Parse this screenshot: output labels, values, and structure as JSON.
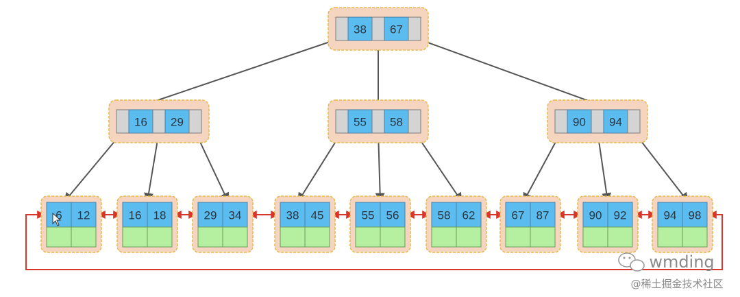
{
  "tree": {
    "root": {
      "keys": [
        "38",
        "67"
      ]
    },
    "internal": [
      {
        "keys": [
          "16",
          "29"
        ]
      },
      {
        "keys": [
          "55",
          "58"
        ]
      },
      {
        "keys": [
          "90",
          "94"
        ]
      }
    ],
    "leaves": [
      {
        "keys": [
          "6",
          "12"
        ]
      },
      {
        "keys": [
          "16",
          "18"
        ]
      },
      {
        "keys": [
          "29",
          "34"
        ]
      },
      {
        "keys": [
          "38",
          "45"
        ]
      },
      {
        "keys": [
          "55",
          "56"
        ]
      },
      {
        "keys": [
          "58",
          "62"
        ]
      },
      {
        "keys": [
          "67",
          "87"
        ]
      },
      {
        "keys": [
          "90",
          "92"
        ]
      },
      {
        "keys": [
          "94",
          "98"
        ]
      }
    ]
  },
  "colors": {
    "node_fill": "#f5d5c0",
    "node_border": "#e8b94a",
    "key_cell": "#5bbcf0",
    "pointer_cell": "#d4d4d4",
    "data_cell": "#b5f0a0",
    "tree_edge": "#555555",
    "leaf_link": "#d9352b"
  },
  "watermark": {
    "brand": "wmding",
    "site": "@稀土掘金技术社区",
    "icon": "wechat-icon"
  }
}
